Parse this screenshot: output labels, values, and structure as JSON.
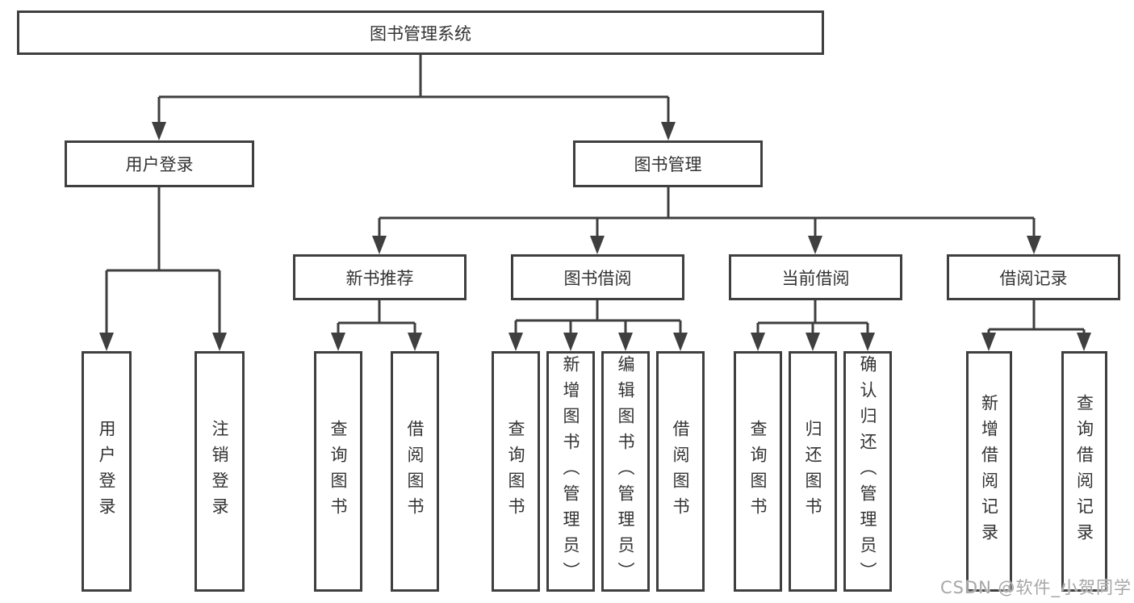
{
  "tree": {
    "root": "图书管理系统",
    "branches": [
      {
        "label": "用户登录",
        "children": [
          "用户登录",
          "注销登录"
        ]
      },
      {
        "label": "图书管理",
        "groups": [
          {
            "label": "新书推荐",
            "children": [
              "查询图书",
              "借阅图书"
            ]
          },
          {
            "label": "图书借阅",
            "children": [
              "查询图书",
              "新增图书（管理员）",
              "编辑图书（管理员）",
              "借阅图书"
            ]
          },
          {
            "label": "当前借阅",
            "children": [
              "查询图书",
              "归还图书",
              "确认归还（管理员）"
            ]
          },
          {
            "label": "借阅记录",
            "children": [
              "新增借阅记录",
              "查询借阅记录"
            ]
          }
        ]
      }
    ]
  },
  "watermark": "CSDN @软件_小贺同学",
  "colors": {
    "line": "#3f3f3f",
    "text": "#333333",
    "watermark": "#a6a6a6"
  }
}
